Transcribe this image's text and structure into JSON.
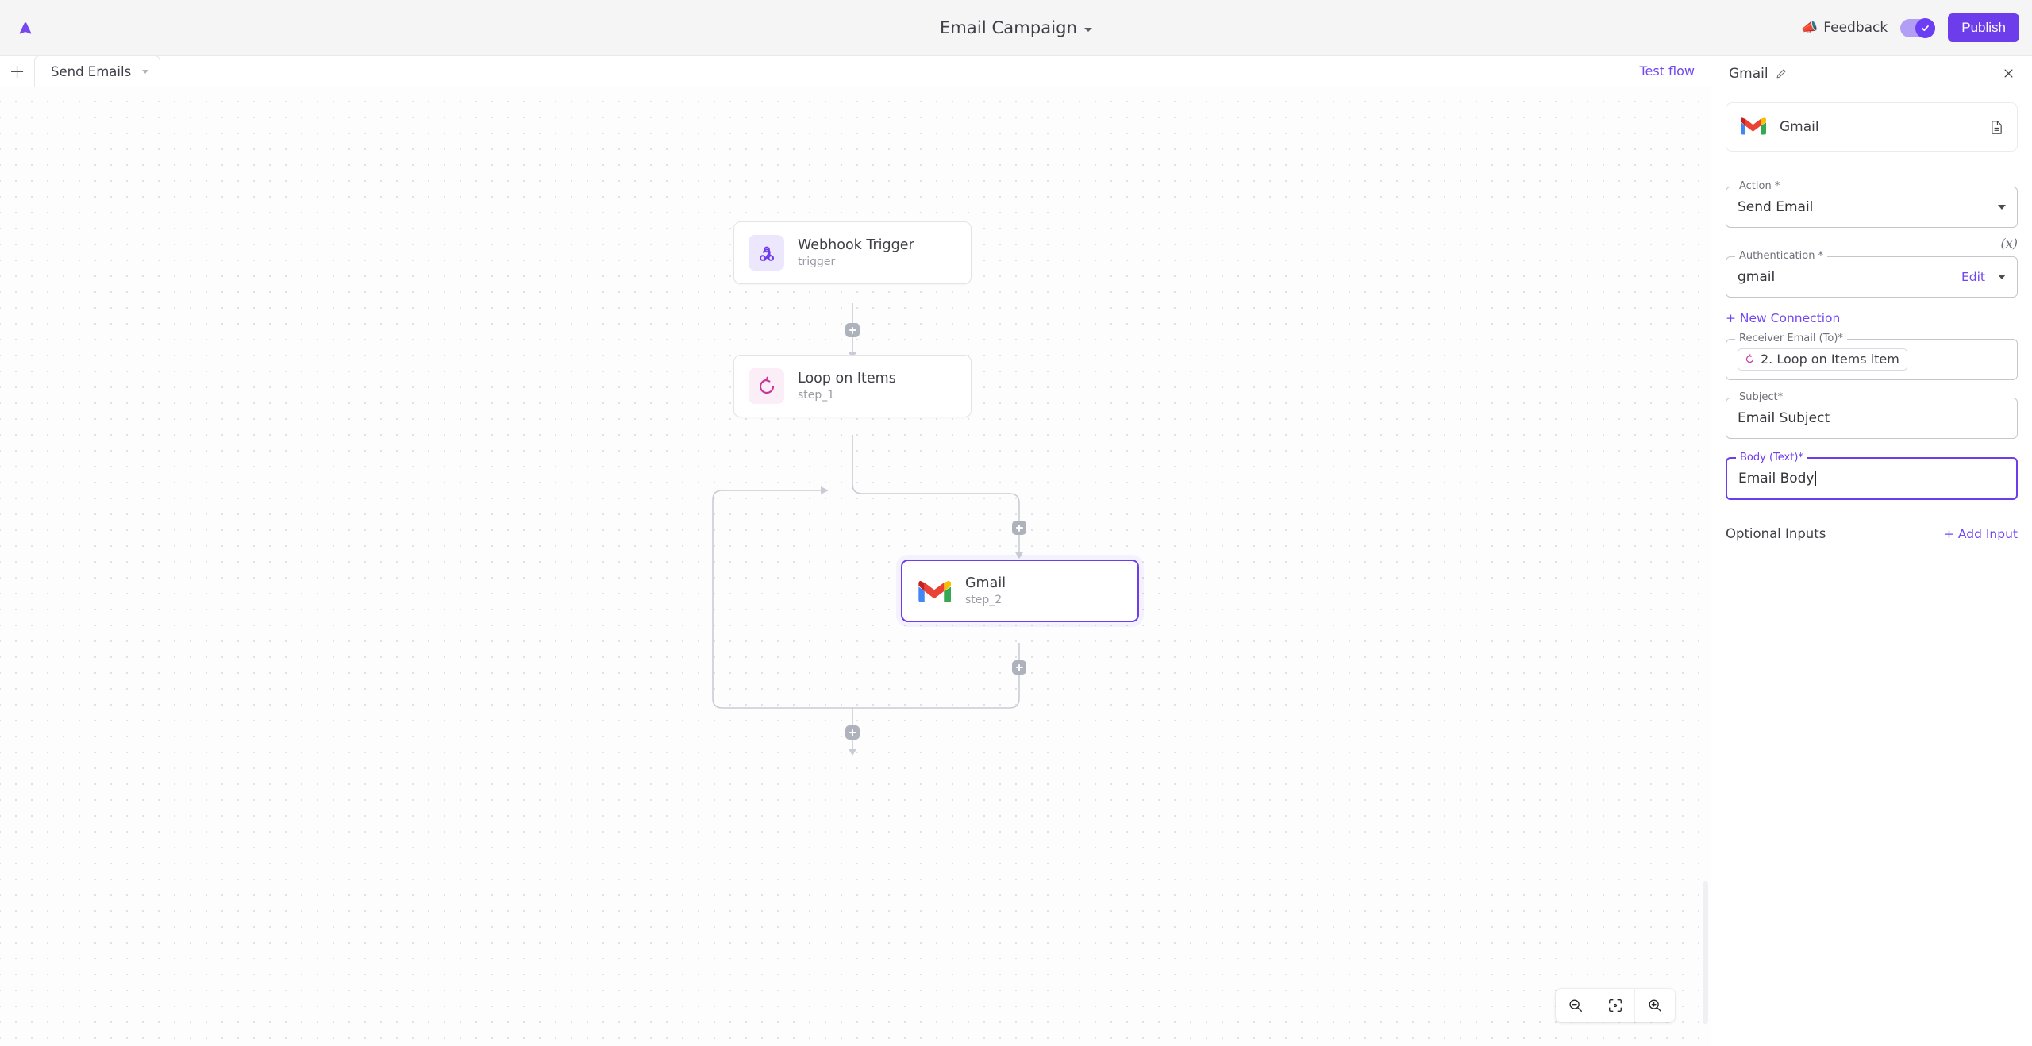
{
  "app": {
    "logo_name": "activepieces-logo",
    "accent": "#6d3ceb"
  },
  "header": {
    "flow_title": "Email Campaign",
    "feedback_label": "Feedback",
    "publish_label": "Publish",
    "toggle_on": true
  },
  "tabs": {
    "add_label": "+",
    "items": [
      {
        "label": "Send Emails",
        "active": true
      }
    ],
    "test_flow_label": "Test flow"
  },
  "canvas": {
    "nodes": [
      {
        "title": "Webhook Trigger",
        "subtitle": "trigger",
        "icon": "webhook-icon",
        "selected": false
      },
      {
        "title": "Loop on Items",
        "subtitle": "step_1",
        "icon": "loop-icon",
        "selected": false
      },
      {
        "title": "Gmail",
        "subtitle": "step_2",
        "icon": "gmail-icon",
        "selected": true
      }
    ],
    "zoom_controls": {
      "zoom_out": "zoom-out",
      "fit_view": "fit-view",
      "zoom_in": "zoom-in"
    }
  },
  "panel": {
    "title": "Gmail",
    "piece_name": "Gmail",
    "fields": {
      "action": {
        "label": "Action *",
        "value": "Send Email"
      },
      "authentication": {
        "label": "Authentication *",
        "value": "gmail",
        "edit_label": "Edit",
        "variable_icon": "(x)"
      },
      "new_connection_label": "+ New Connection",
      "receiver": {
        "label": "Receiver Email (To)*",
        "chip_text": "2. Loop on Items item"
      },
      "subject": {
        "label": "Subject*",
        "value": "Email Subject"
      },
      "body": {
        "label": "Body (Text)*",
        "value": "Email Body",
        "focused": true
      }
    },
    "optional_inputs_label": "Optional Inputs",
    "add_input_label": "+ Add Input"
  }
}
